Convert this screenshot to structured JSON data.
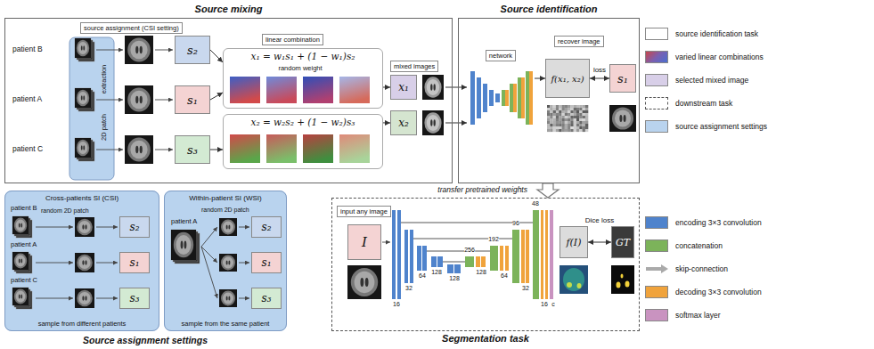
{
  "diagram": {
    "nodes": [
      {
        "text": [
          "Source mixing"
        ]
      },
      {
        "text": [
          "source assignment (CSI setting)"
        ],
        "in": 0
      },
      {
        "text": [
          "s₂"
        ],
        "in": 0
      },
      {
        "text": [
          "s₁"
        ],
        "in": 0
      },
      {
        "text": [
          "s₃"
        ],
        "in": 0
      },
      {
        "text": [
          "linear combination"
        ],
        "in": 0
      },
      {
        "text": [
          "x₁ = w₁s₁ + (1 − w₁)s₂"
        ],
        "in": 0
      },
      {
        "text": [
          "x₂ = w₂s₂ + (1 − w₂)s₃"
        ],
        "in": 0
      },
      {
        "text": [
          "mixed images"
        ],
        "in": 0
      },
      {
        "text": [
          "x₁"
        ],
        "in": 0
      },
      {
        "text": [
          "x₂"
        ],
        "in": 0
      },
      {
        "text": [
          "Source identification"
        ]
      },
      {
        "text": [
          "recover image"
        ],
        "in": 11
      },
      {
        "text": [
          "network"
        ],
        "in": 11
      },
      {
        "text": [
          "f(x₁, x₂)"
        ],
        "in": 11
      },
      {
        "text": [
          "s₁"
        ],
        "in": 11
      },
      {
        "text": [
          "Cross-patients SI (CSI)",
          "sample from different patients"
        ]
      },
      {
        "text": [
          "s₂"
        ],
        "in": 16
      },
      {
        "text": [
          "s₁"
        ],
        "in": 16
      },
      {
        "text": [
          "s₃"
        ],
        "in": 16
      },
      {
        "text": [
          "Within-patient SI (WSI)",
          "sample from the same patient"
        ]
      },
      {
        "text": [
          "s₂"
        ],
        "in": 20
      },
      {
        "text": [
          "s₁"
        ],
        "in": 20
      },
      {
        "text": [
          "s₃"
        ],
        "in": 20
      },
      {
        "text": [
          "Segmentation task"
        ]
      },
      {
        "text": [
          "input any image"
        ],
        "in": 24
      },
      {
        "text": [
          "I"
        ],
        "in": 24
      },
      {
        "text": [
          "f(I)"
        ],
        "in": 24
      },
      {
        "text": [
          "GT"
        ],
        "in": 24
      }
    ],
    "edges": [
      {
        "from": 3,
        "to": 6,
        "arrow": "to"
      },
      {
        "from": 2,
        "to": 6,
        "arrow": "to"
      },
      {
        "from": 4,
        "to": 7,
        "arrow": "to"
      },
      {
        "from": 6,
        "to": 9,
        "arrow": "to"
      },
      {
        "from": 7,
        "to": 10,
        "arrow": "to"
      },
      {
        "from": 9,
        "to": 13,
        "arrow": "to"
      },
      {
        "from": 10,
        "to": 13,
        "arrow": "to"
      },
      {
        "from": 13,
        "to": 14,
        "arrow": "to"
      },
      {
        "from": 14,
        "to": 15,
        "label": "loss",
        "arrow": "both"
      },
      {
        "from": 11,
        "to": 24,
        "label": "transfer pretrained weights",
        "arrow": "to"
      },
      {
        "from": 27,
        "to": 28,
        "label": "Dice loss",
        "arrow": "both"
      }
    ],
    "labels": [
      "patient B",
      "patient A",
      "patient C",
      "extraction",
      "2D patch",
      "random weight",
      "patient B",
      "random 2D patch",
      "patient A",
      "patient C",
      "patient A",
      "random 2D patch",
      "Source assignment settings",
      "16",
      "32",
      "64",
      "128",
      "128",
      "256",
      "128",
      "192",
      "64",
      "96",
      "32",
      "48",
      "16",
      "c"
    ],
    "legend": [
      {
        "text": "source identification task",
        "color": "#ffffff"
      },
      {
        "text": "varied linear combinations"
      },
      {
        "text": "selected mixed image",
        "color": "#d8cfe8"
      },
      {
        "text": "downstream task"
      },
      {
        "text": "source assignment settings",
        "color": "#b9d3ee"
      },
      {
        "text": "encoding 3×3 convolution",
        "color": "#4f83cc"
      },
      {
        "text": "concatenation",
        "color": "#7cb35a"
      },
      {
        "text": "skip-connection"
      },
      {
        "text": "decoding 3×3 convolution",
        "color": "#f0a33c"
      },
      {
        "text": "softmax layer",
        "color": "#c993c0"
      }
    ]
  }
}
